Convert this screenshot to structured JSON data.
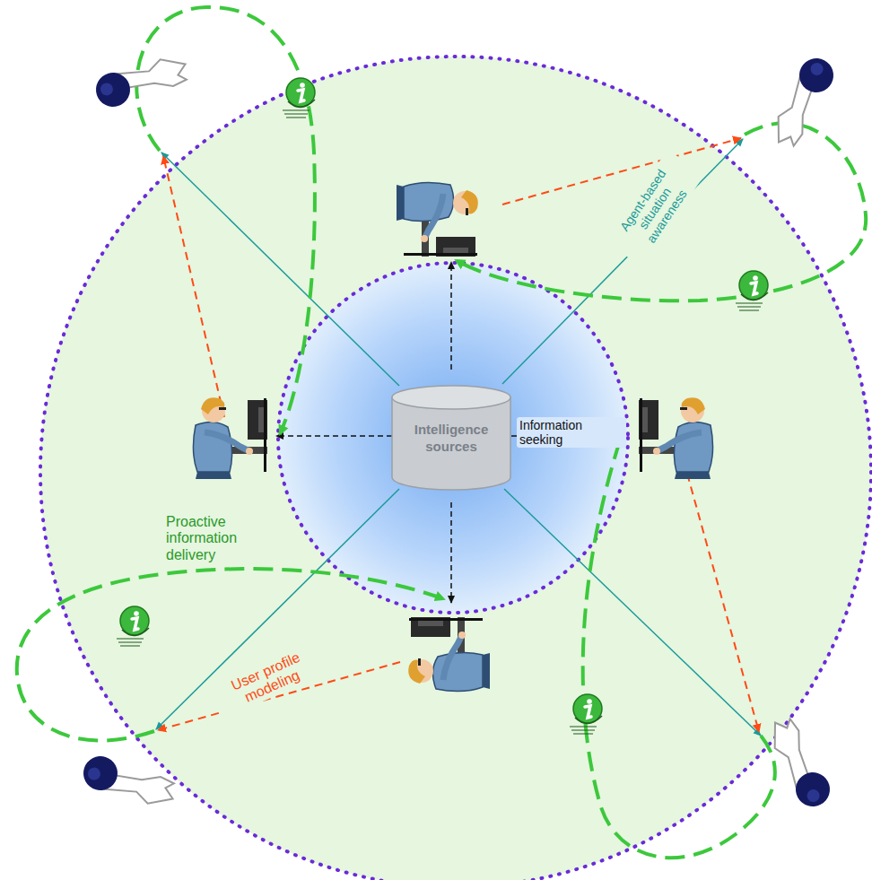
{
  "diagram": {
    "nodes": [
      {
        "text": [
          "Intelligence sources"
        ]
      }
    ],
    "labels": [
      "Information seeking",
      "Agent-based situation awareness",
      "Proactive information delivery",
      "User profile modeling"
    ]
  }
}
